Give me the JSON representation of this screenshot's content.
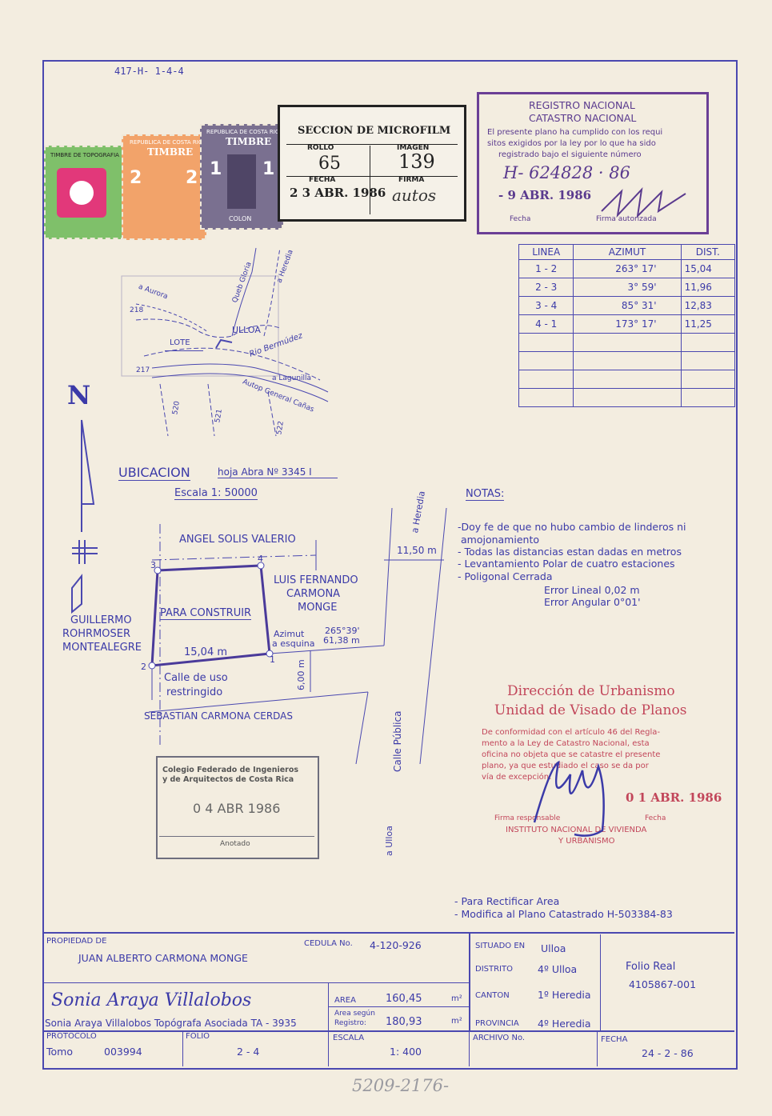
{
  "header": {
    "ref": "417-H- 1-4-4",
    "bottom_handwritten": "5209-2176-"
  },
  "microfilm": {
    "title": "SECCION DE MICROFILM",
    "rollo_label": "ROLLO",
    "rollo": "65",
    "imagen_label": "IMAGEN",
    "imagen": "139",
    "fecha_label": "FECHA",
    "fecha": "2 3 ABR. 1986",
    "firma_label": "FIRMA",
    "firma": "autos"
  },
  "registro": {
    "line1": "REGISTRO NACIONAL",
    "line2": "CATASTRO NACIONAL",
    "text1": "El presente plano ha cumplido con los requi",
    "text2": "sitos exigidos por la ley por lo que ha sido",
    "text3": "registrado bajo el siguiente número",
    "number": "H- 624828 · 86",
    "date": "- 9 ABR. 1986",
    "fecha_label": "Fecha",
    "firma_label": "Firma autorizada"
  },
  "stamps": {
    "timbre1": "TIMBRE DE TOPOGRAFIA",
    "timbre2_top": "REPUBLICA DE COSTA RICA",
    "timbre2": "TIMBRE",
    "timbre2_value": "2",
    "timbre3_top": "REPUBLICA DE COSTA RICA",
    "timbre3": "TIMBRE",
    "timbre3_value": "1",
    "colon": "COLON"
  },
  "azimut_table": {
    "headers": [
      "LINEA",
      "AZIMUT",
      "DIST."
    ],
    "rows": [
      [
        "1 - 2",
        "263° 17'",
        "15,04"
      ],
      [
        "2 - 3",
        "3° 59'",
        "11,96"
      ],
      [
        "3 - 4",
        "85° 31'",
        "12,83"
      ],
      [
        "4 - 1",
        "173° 17'",
        "11,25"
      ],
      [
        "",
        "",
        ""
      ],
      [
        "",
        "",
        ""
      ],
      [
        "",
        "",
        ""
      ],
      [
        "",
        "",
        ""
      ]
    ]
  },
  "location_map": {
    "aurora": "a Aurora",
    "n218": "218",
    "n217": "217",
    "quebrada": "Queb Gloria",
    "heredia": "a Heredia",
    "ulloa": "ULLOA",
    "lote": "LOTE",
    "rio": "Rio Bermúdez",
    "lagunilla": "a Lagunilla",
    "autopista": "Autop General Cañas",
    "n520": "520",
    "n521": "521",
    "n522": "522"
  },
  "north": "N",
  "ubicacion": {
    "title": "UBICACION",
    "hoja": "hoja Abra Nº 3345 I",
    "escala": "Escala 1: 50000"
  },
  "plot": {
    "angel": "ANGEL SOLIS VALERIO",
    "luis1": "LUIS FERNANDO",
    "luis2": "CARMONA",
    "luis3": "MONGE",
    "guillermo1": "GUILLERMO",
    "guillermo2": "ROHRMOSER",
    "guillermo3": "MONTEALEGRE",
    "para_construir": "PARA CONSTRUIR",
    "dist": "15,04 m",
    "calle1": "Calle de uso",
    "calle2": "restringido",
    "sebastian": "SEBASTIAN CARMONA CERDAS",
    "v1": "1",
    "v2": "2",
    "v3": "3",
    "v4": "4",
    "azimut1": "Azimut",
    "azimut_val": "265°39'",
    "esquina": "a esquina",
    "esquina_val": "61,38 m",
    "ancho": "11,50 m",
    "seis": "6,00 m",
    "heredia": "a Heredia",
    "calle_publica": "Calle Pública",
    "ulloa": "a Ulloa"
  },
  "notas": {
    "title": "NOTAS:",
    "lines": [
      "-Doy fe de que no hubo cambio de linderos ni",
      " amojonamiento",
      "- Todas las distancias estan dadas en metros",
      "- Levantamiento Polar de cuatro estaciones",
      "- Poligonal Cerrada"
    ],
    "error_lineal": "Error Lineal   0,02 m",
    "error_angular": "Error Angular  0°01'"
  },
  "urbanismo": {
    "title1": "Dirección de Urbanismo",
    "title2": "Unidad de Visado de Planos",
    "text1": "De conformidad con el artículo 46 del Regla-",
    "text2": "mento a la Ley de Catastro Nacional, esta",
    "text3": "oficina no objeta que se catastre el presente",
    "text4": "plano, ya que estudiado el caso se da por",
    "text5": "vía de excepción.",
    "date": "0 1  ABR. 1986",
    "firma_label": "Firma responsable",
    "fecha_label": "Fecha",
    "inst1": "INSTITUTO NACIONAL DE VIVIENDA",
    "inst2": "Y URBANISMO"
  },
  "colegio": {
    "line1": "Colegio Federado de Ingenieros",
    "line2": "y de Arquitectos de Costa Rica",
    "date": "0 4  ABR 1986",
    "anotado": "Anotado"
  },
  "rectificar": {
    "line1": "- Para Rectificar Area",
    "line2": "- Modifica al Plano Catastrado  H-503384-83"
  },
  "footer": {
    "propiedad_label": "PROPIEDAD DE",
    "propiedad": "JUAN ALBERTO CARMONA MONGE",
    "cedula_label": "CEDULA No.",
    "cedula": "4-120-926",
    "situado_label": "SITUADO EN",
    "situado": "Ulloa",
    "distrito_label": "DISTRITO",
    "distrito": "4º Ulloa",
    "canton_label": "CANTON",
    "canton": "1º Heredia",
    "provincia_label": "PROVINCIA",
    "provincia": "4º Heredia",
    "folio_real_label": "Folio  Real",
    "folio_real": "4105867-001",
    "signature": "Sonia Araya Villalobos",
    "topografo": "Sonia Araya Villalobos  Topógrafa Asociada  TA - 3935",
    "area_label": "AREA",
    "area": "160,45",
    "m2": "m²",
    "area_reg_label1": "Area según",
    "area_reg_label2": "Registro:",
    "area_reg": "180,93",
    "protocolo_label": "PROTOCOLO",
    "tomo_label": "Tomo",
    "tomo": "003994",
    "folio_label": "FOLIO",
    "folio": "2 - 4",
    "escala_label": "ESCALA",
    "escala": "1: 400",
    "archivo_label": "ARCHIVO No.",
    "fecha_label": "FECHA",
    "fecha": "24 - 2 - 86"
  }
}
